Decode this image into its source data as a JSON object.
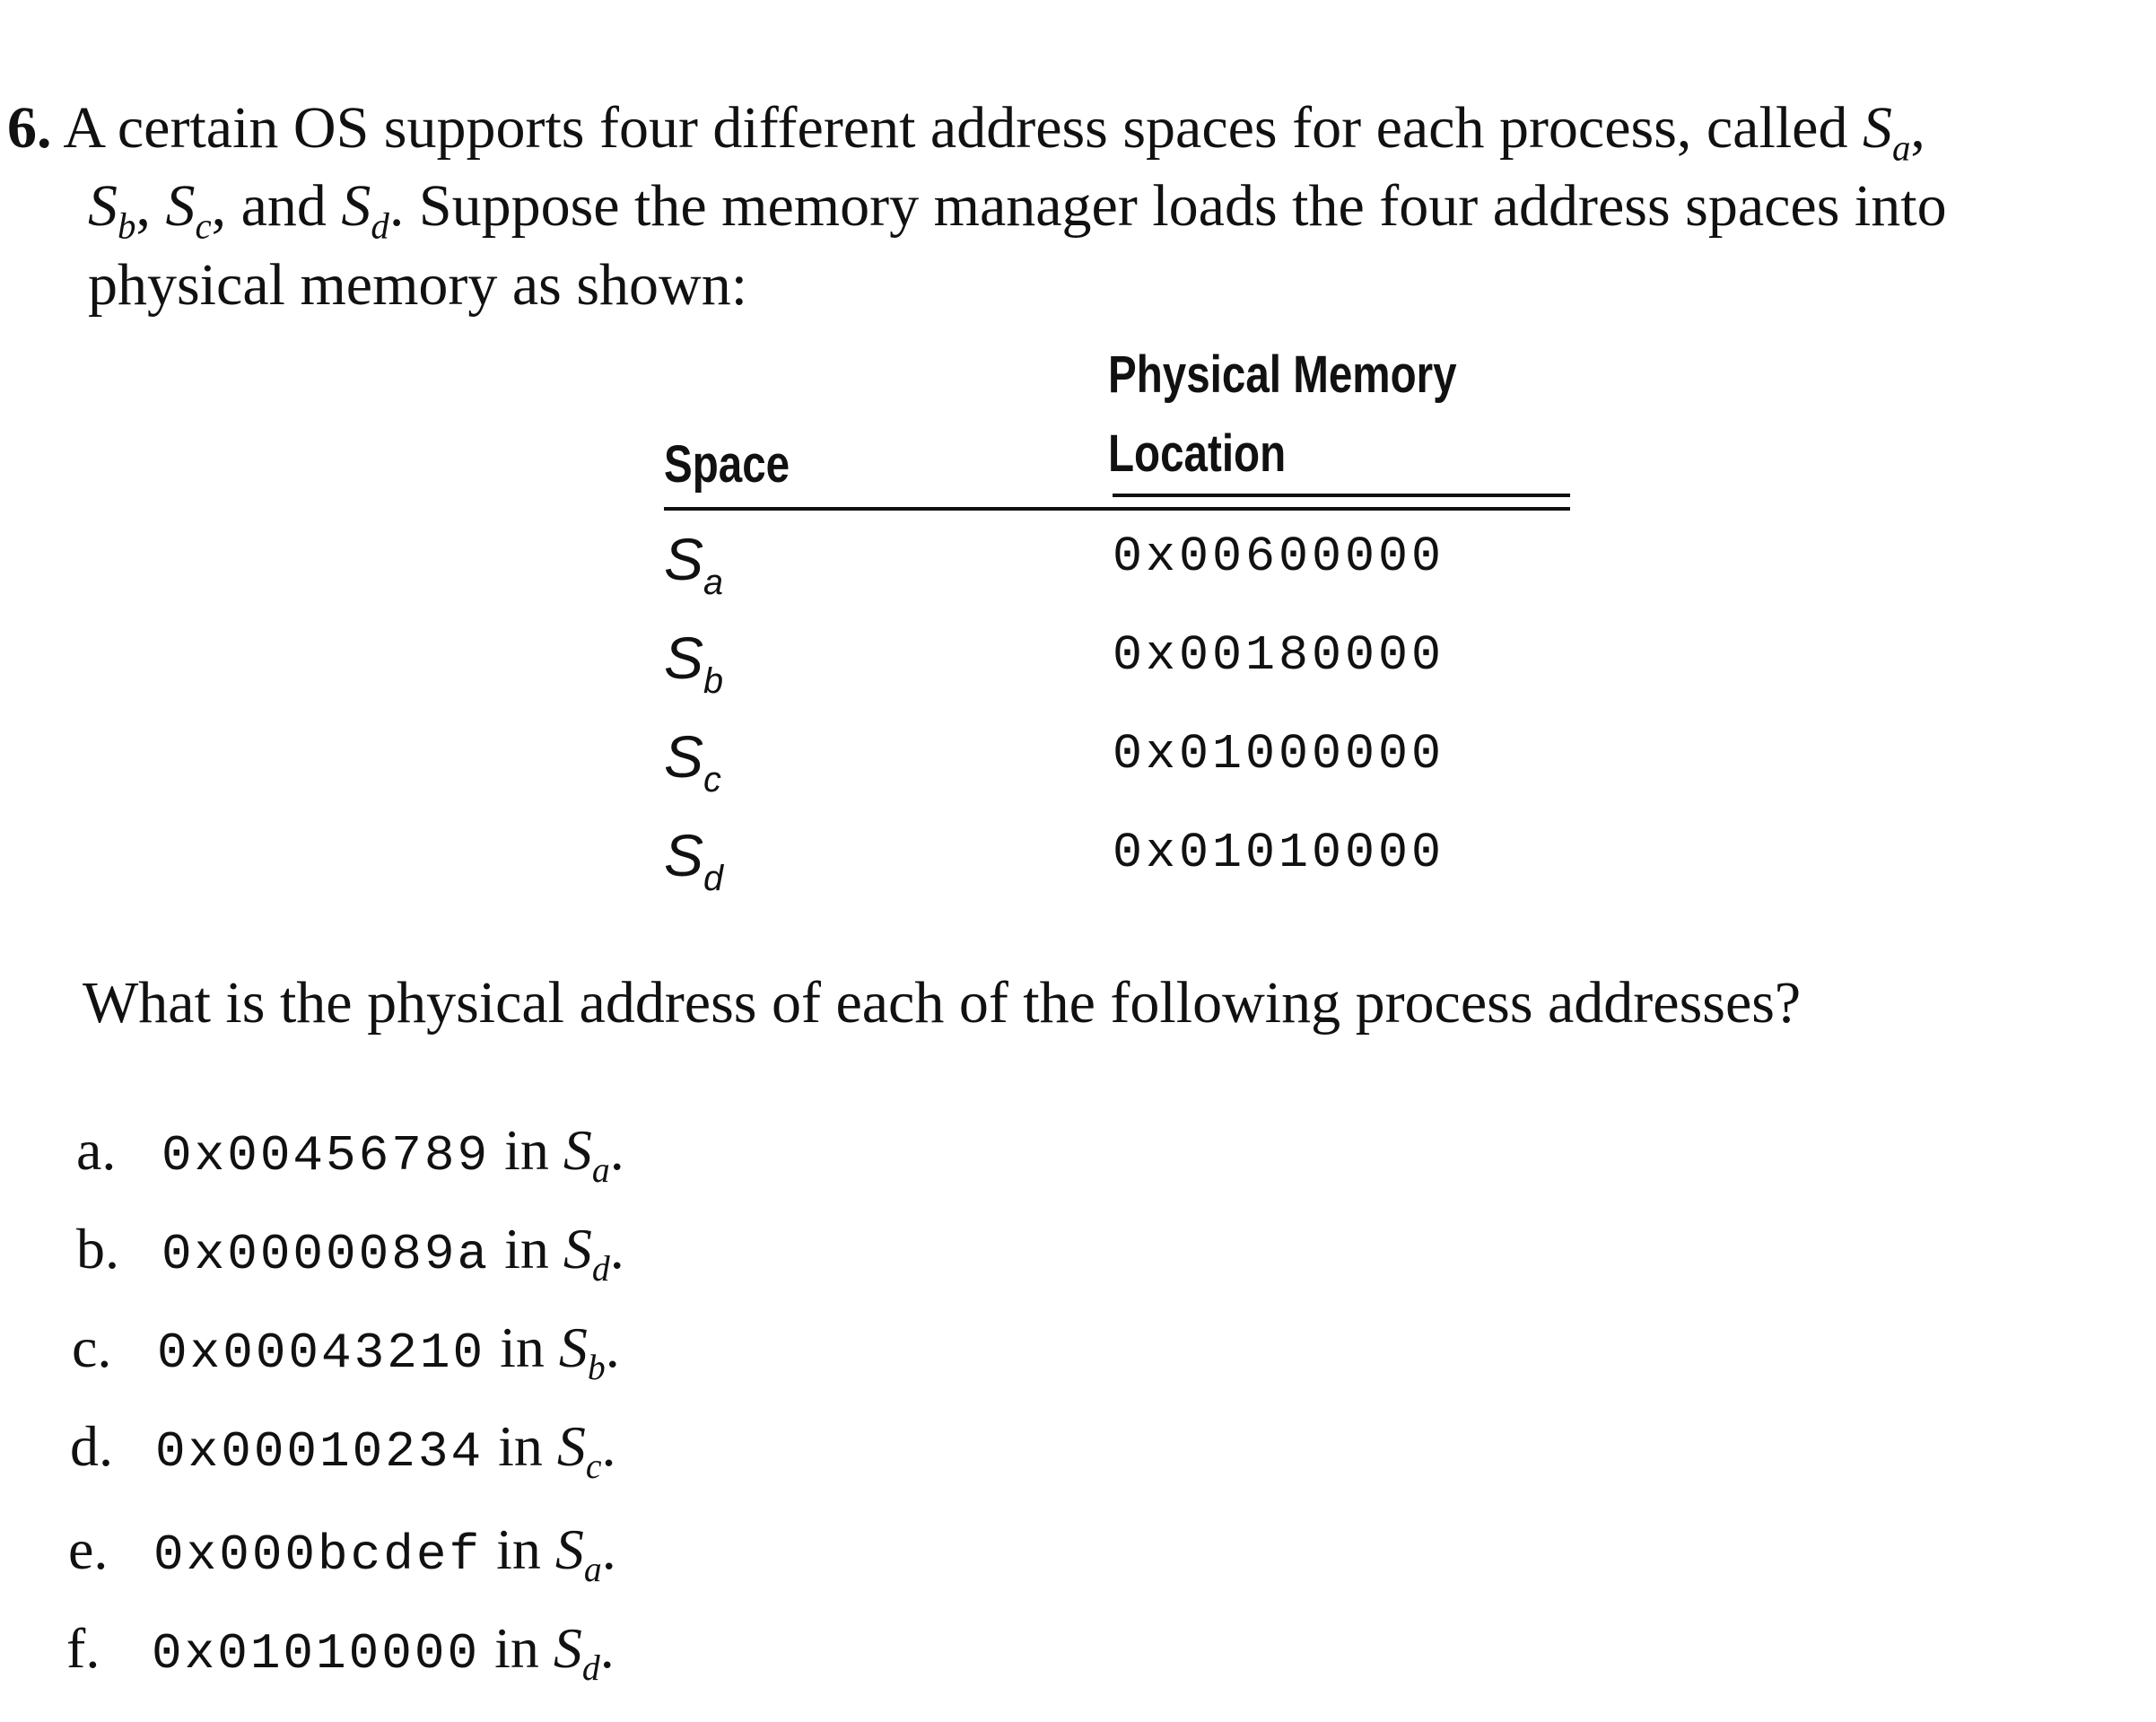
{
  "problem": {
    "number": "6.",
    "line1_text": "A certain OS supports four different address spaces for each process, called ",
    "line1_space": "S",
    "line1_sub": "a",
    "line1_end": ",",
    "line2_s1": "S",
    "line2_sub1": "b",
    "line2_sep1": ", ",
    "line2_s2": "S",
    "line2_sub2": "c",
    "line2_sep2": ", and ",
    "line2_s3": "S",
    "line2_sub3": "d",
    "line2_rest": ". Suppose the memory manager loads the four address spaces into",
    "line3": "physical memory as shown:"
  },
  "table": {
    "col1_header": "Space",
    "col2_header_line1": "Physical Memory",
    "col2_header_line2": "Location",
    "rows": [
      {
        "space": "S",
        "sub": "a",
        "location": "0x00600000"
      },
      {
        "space": "S",
        "sub": "b",
        "location": "0x00180000"
      },
      {
        "space": "S",
        "sub": "c",
        "location": "0x01000000"
      },
      {
        "space": "S",
        "sub": "d",
        "location": "0x01010000"
      }
    ]
  },
  "question": "What is the physical address of each of the following process addresses?",
  "items": [
    {
      "label": "a.",
      "address": "0x00456789",
      "in": " in ",
      "space": "S",
      "sub": "a",
      "end": "."
    },
    {
      "label": "b.",
      "address": "0x0000089a",
      "in": " in ",
      "space": "S",
      "sub": "d",
      "end": "."
    },
    {
      "label": "c.",
      "address": "0x00043210",
      "in": " in ",
      "space": "S",
      "sub": "b",
      "end": "."
    },
    {
      "label": "d.",
      "address": "0x00010234",
      "in": " in ",
      "space": "S",
      "sub": "c",
      "end": "."
    },
    {
      "label": "e.",
      "address": "0x000bcdef",
      "in": " in ",
      "space": "S",
      "sub": "a",
      "end": "."
    },
    {
      "label": "f.",
      "address": "0x01010000",
      "in": " in ",
      "space": "S",
      "sub": "d",
      "end": "."
    }
  ]
}
